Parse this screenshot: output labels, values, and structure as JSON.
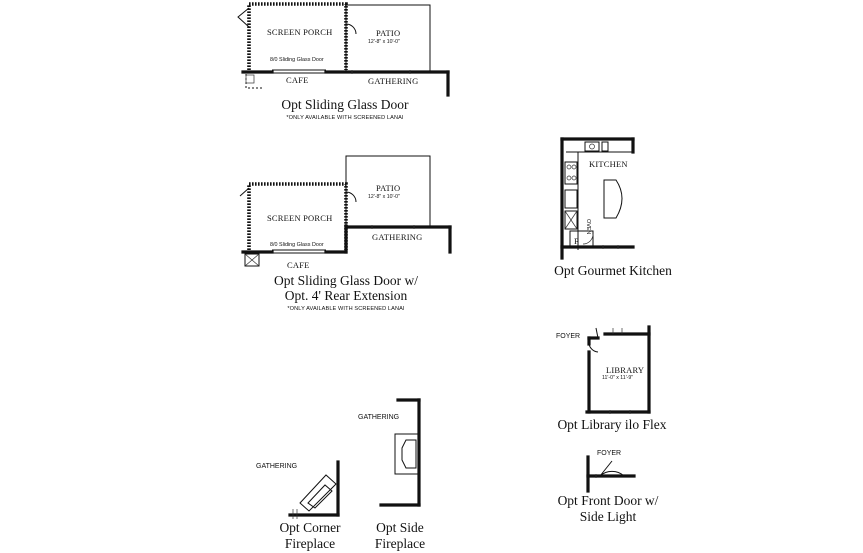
{
  "options": {
    "sliding_door": {
      "labels": {
        "screen_porch": "SCREEN PORCH",
        "patio": "PATIO",
        "patio_dim": "12'-8\" x 10'-0\"",
        "door_note": "8/0 Sliding Glass Door",
        "cafe": "CAFE",
        "gathering": "GATHERING"
      },
      "caption": "Opt Sliding Glass Door",
      "note": "*ONLY AVAILABLE WITH SCREENED LANAI"
    },
    "sliding_door_ext": {
      "labels": {
        "screen_porch": "SCREEN PORCH",
        "patio": "PATIO",
        "patio_dim": "12'-8\" x 10'-0\"",
        "door_note": "8/0 Sliding Glass Door",
        "cafe": "CAFE",
        "gathering": "GATHERING"
      },
      "caption_line1": "Opt Sliding Glass Door w/",
      "caption_line2": "Opt. 4' Rear Extension",
      "note": "*ONLY AVAILABLE WITH SCREENED LANAI"
    },
    "gourmet_kitchen": {
      "labels": {
        "kitchen": "KITCHEN",
        "pantry": "P",
        "appliance": "OVEN"
      },
      "caption": "Opt Gourmet Kitchen"
    },
    "library": {
      "labels": {
        "foyer": "FOYER",
        "library": "LIBRARY",
        "library_dim": "11'-0\" x 11'-9\""
      },
      "caption": "Opt Library ilo Flex"
    },
    "front_door": {
      "labels": {
        "foyer": "FOYER"
      },
      "caption_line1": "Opt Front Door w/",
      "caption_line2": "Side Light"
    },
    "corner_fireplace": {
      "labels": {
        "gathering": "GATHERING"
      },
      "caption_line1": "Opt Corner",
      "caption_line2": "Fireplace"
    },
    "side_fireplace": {
      "labels": {
        "gathering": "GATHERING"
      },
      "caption_line1": "Opt Side",
      "caption_line2": "Fireplace"
    }
  }
}
